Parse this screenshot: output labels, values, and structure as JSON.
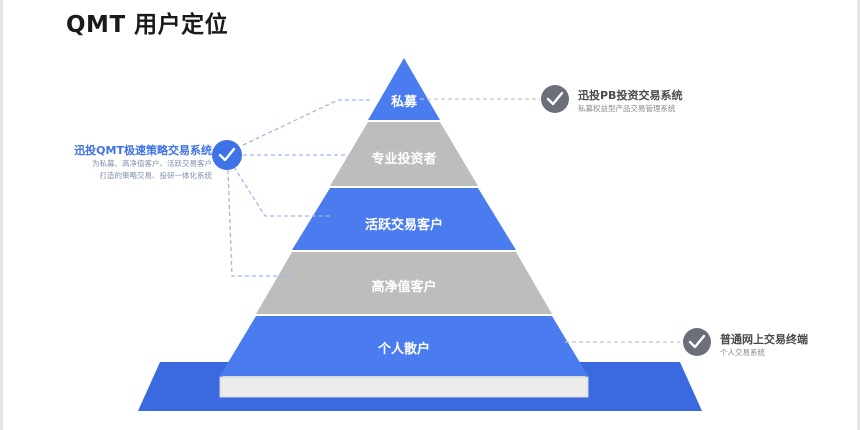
{
  "title": "QMT 用户定位",
  "pyramid": {
    "levels": [
      {
        "label": "私募",
        "color": "#4a7cf0"
      },
      {
        "label": "专业投资者",
        "color": "#bdbdbd"
      },
      {
        "label": "活跃交易客户",
        "color": "#4a7cf0"
      },
      {
        "label": "高净值客户",
        "color": "#bdbdbd"
      },
      {
        "label": "个人散户",
        "color": "#4a7cf0"
      }
    ]
  },
  "annotations": {
    "left": {
      "title": "迅投QMT极速策略交易系统",
      "desc_line1": "为私募、高净值客户、活跃交易客户",
      "desc_line2": "打造的策略交易、投研一体化系统",
      "icon": "check-circle-icon",
      "color": "#3f72e6"
    },
    "top_right": {
      "title": "迅投PB投资交易系统",
      "desc": "私募权益型产品交易管理系统",
      "icon": "check-circle-icon",
      "color": "#6b6f7a"
    },
    "bottom_right": {
      "title": "普通网上交易终端",
      "desc": "个人交易系统",
      "icon": "check-circle-icon",
      "color": "#6b6f7a"
    }
  }
}
